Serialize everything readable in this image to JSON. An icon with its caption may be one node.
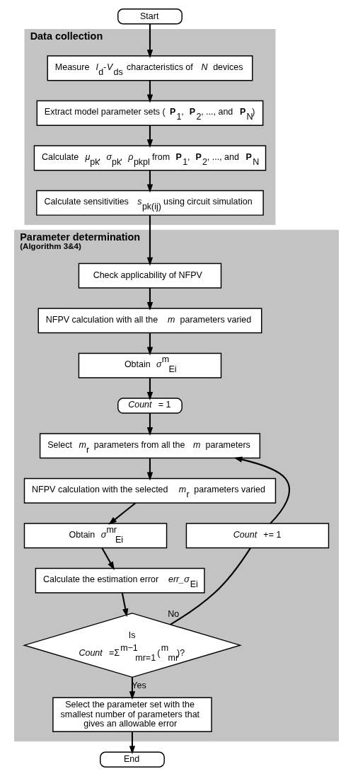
{
  "diagram": {
    "nodes": [
      {
        "text": [
          "Start"
        ]
      },
      {
        "text": [
          "Data collection"
        ]
      },
      {
        "text": [
          "Measure *I*$_{d}$-*V*$_{ds}$ characteristics of *N* devices"
        ],
        "in": 1
      },
      {
        "text": [
          "Extract model parameter sets (**P**$_{1}$, **P**$_{2}$, ..., and **P**$_{N}$)"
        ],
        "in": 1
      },
      {
        "text": [
          "Calculate *μ*$_{pk}$, *σ*$_{pk}$, *ρ*$_{pkpl}$ from **P**$_{1}$, **P**$_{2}$, ..., and **P**$_{N}$"
        ],
        "in": 1
      },
      {
        "text": [
          "Calculate sensitivities *s*$_{pk(ij)}$ using circuit simulation"
        ],
        "in": 1
      },
      {
        "text": [
          "Parameter determination",
          "(Algorithm 3&4)"
        ]
      },
      {
        "text": [
          "Check applicability of NFPV"
        ],
        "in": 6
      },
      {
        "text": [
          "NFPV calculation with all the *m* parameters varied"
        ],
        "in": 6
      },
      {
        "text": [
          "Obtain *σ*$^{m}$$_{Ei}$"
        ],
        "in": 6
      },
      {
        "text": [
          "*Count* = 1"
        ],
        "in": 6
      },
      {
        "text": [
          "Select *m*$_{r}$ parameters from all the *m* parameters"
        ],
        "in": 6
      },
      {
        "text": [
          "NFPV calculation with the selected *m*$_{r}$ parameters varied"
        ],
        "in": 6
      },
      {
        "text": [
          "Obtain *σ*$^{mr}$$_{Ei}$"
        ],
        "in": 6
      },
      {
        "text": [
          "Calculate the estimation error *err_σ*$_{Ei}$"
        ],
        "in": 6
      },
      {
        "text": [
          "Is",
          "*Count* =Σ$^{m−1}$$_{mr=1}$ ($^{m}$$_{mr}$)?"
        ],
        "in": 6
      },
      {
        "text": [
          "*Count* += 1"
        ],
        "in": 6
      },
      {
        "text": [
          "Select the parameter set with the smallest number of parameters that gives an allowable error"
        ],
        "in": 6
      },
      {
        "text": [
          "End"
        ]
      }
    ],
    "edges": [
      {
        "from": 0,
        "to": 2,
        "arrow": "to"
      },
      {
        "from": 2,
        "to": 3,
        "arrow": "to"
      },
      {
        "from": 3,
        "to": 4,
        "arrow": "to"
      },
      {
        "from": 4,
        "to": 5,
        "arrow": "to"
      },
      {
        "from": 5,
        "to": 7,
        "arrow": "to"
      },
      {
        "from": 7,
        "to": 8,
        "arrow": "to"
      },
      {
        "from": 8,
        "to": 9,
        "arrow": "to"
      },
      {
        "from": 9,
        "to": 10,
        "arrow": "to"
      },
      {
        "from": 10,
        "to": 11,
        "arrow": "to"
      },
      {
        "from": 11,
        "to": 12,
        "arrow": "to"
      },
      {
        "from": 12,
        "to": 13,
        "arrow": "to"
      },
      {
        "from": 13,
        "to": 14,
        "arrow": "to"
      },
      {
        "from": 14,
        "to": 15,
        "arrow": "to"
      },
      {
        "from": 15,
        "to": 16,
        "arrow": "none",
        "label": "No"
      },
      {
        "from": 16,
        "to": 11,
        "arrow": "to"
      },
      {
        "from": 15,
        "to": 17,
        "arrow": "to",
        "label": "Yes"
      },
      {
        "from": 17,
        "to": 18,
        "arrow": "to"
      }
    ]
  }
}
